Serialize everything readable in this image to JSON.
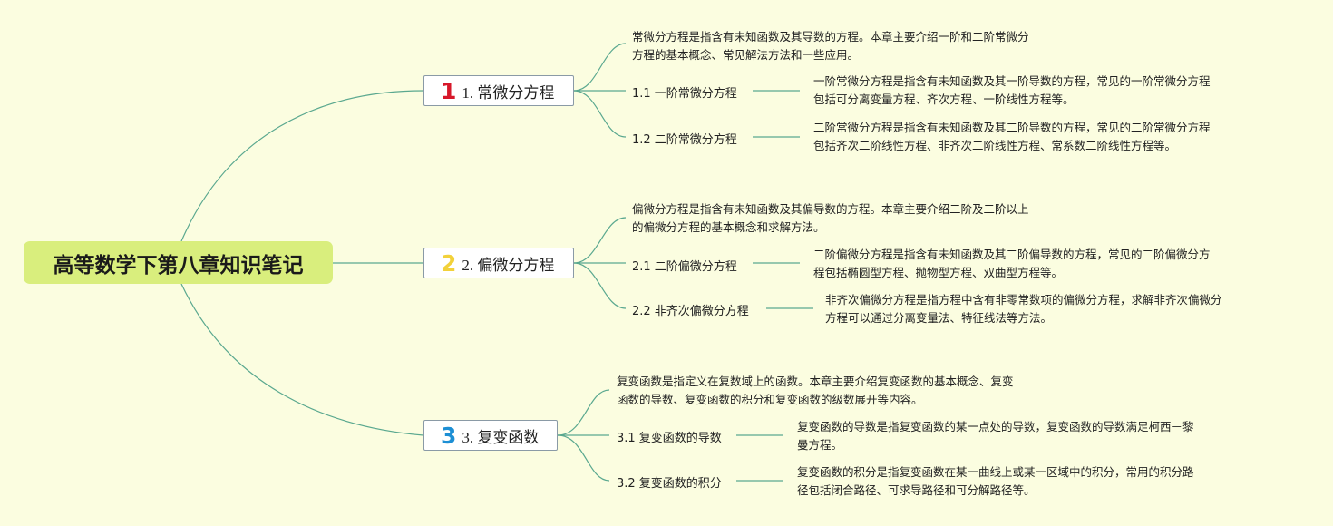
{
  "root": {
    "title": "高等数学下第八章知识笔记"
  },
  "branches": [
    {
      "number": "1",
      "number_color": "#d7182a",
      "label": "1. 常微分方程",
      "summary": [
        "常微分方程是指含有未知函数及其导数的方程。本章主要介绍一阶和二阶常微分",
        "方程的基本概念、常见解法方法和一些应用。"
      ],
      "subs": [
        {
          "label": "1.1 一阶常微分方程",
          "desc": [
            "一阶常微分方程是指含有未知函数及其一阶导数的方程，常见的一阶常微分方程",
            "包括可分离变量方程、齐次方程、一阶线性方程等。"
          ]
        },
        {
          "label": "1.2 二阶常微分方程",
          "desc": [
            "二阶常微分方程是指含有未知函数及其二阶导数的方程，常见的二阶常微分方程",
            "包括齐次二阶线性方程、非齐次二阶线性方程、常系数二阶线性方程等。"
          ]
        }
      ]
    },
    {
      "number": "2",
      "number_color": "#f2d13a",
      "label": "2. 偏微分方程",
      "summary": [
        "偏微分方程是指含有未知函数及其偏导数的方程。本章主要介绍二阶及二阶以上",
        "的偏微分方程的基本概念和求解方法。"
      ],
      "subs": [
        {
          "label": "2.1 二阶偏微分方程",
          "desc": [
            "二阶偏微分方程是指含有未知函数及其二阶偏导数的方程，常见的二阶偏微分方",
            "程包括椭圆型方程、抛物型方程、双曲型方程等。"
          ]
        },
        {
          "label": "2.2 非齐次偏微分方程",
          "desc": [
            "非齐次偏微分方程是指方程中含有非零常数项的偏微分方程，求解非齐次偏微分",
            "方程可以通过分离变量法、特征线法等方法。"
          ]
        }
      ]
    },
    {
      "number": "3",
      "number_color": "#1d8fd4",
      "label": "3. 复变函数",
      "summary": [
        "复变函数是指定义在复数域上的函数。本章主要介绍复变函数的基本概念、复变",
        "函数的导数、复变函数的积分和复变函数的级数展开等内容。"
      ],
      "subs": [
        {
          "label": "3.1 复变函数的导数",
          "desc": [
            "复变函数的导数是指复变函数的某一点处的导数，复变函数的导数满足柯西－黎",
            "曼方程。"
          ]
        },
        {
          "label": "3.2 复变函数的积分",
          "desc": [
            "复变函数的积分是指复变函数在某一曲线上或某一区域中的积分，常用的积分路",
            "径包括闭合路径、可求导路径和可分解路径等。"
          ]
        }
      ]
    }
  ]
}
